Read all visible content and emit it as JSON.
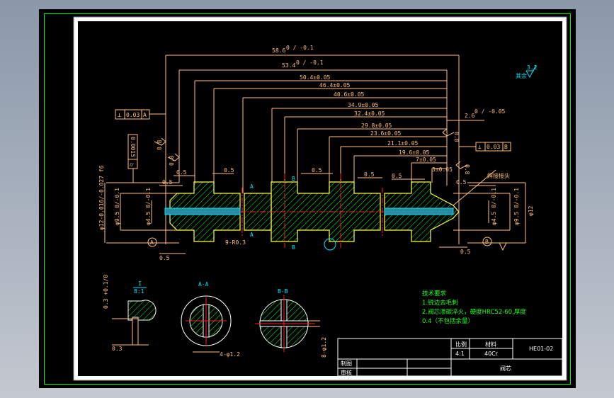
{
  "colors": {
    "background": "#8a98aa",
    "canvas": "#000000",
    "border": "#00ff00",
    "frame": "#ffffff",
    "dimension": "#ffc080",
    "outline": "#ffff40",
    "hatch": "#20ff20",
    "centerline": "#ff2020",
    "annotation": "#00e5ff"
  },
  "dimensions": {
    "d58_6": "58.6",
    "d58_6_tol": "0 / -0.1",
    "d53_4": "53.4",
    "d53_4_tol": "0 / -0.1",
    "d50_4": "50.4±0.05",
    "d46_4": "46.4±0.05",
    "d40_6": "40.6±0.05",
    "d34_9": "34.9±0.05",
    "d32_4": "32.4±0.05",
    "d29_8": "29.8±0.05",
    "d23_6": "23.6±0.05",
    "d21_1": "21.1±0.05",
    "d19_6": "19.6±0.05",
    "d7": "7±0.05",
    "d3": "3±0.05",
    "d2_6": "2.6",
    "d2_6_tol": "0 / -0.05",
    "gap_0_5": "0.5",
    "phi12_left": "φ12-0.016/-0.027 f6",
    "phi9_5_left": "φ9.5 0/-0.1",
    "phi4_5_left": "φ4.5 0/-0.1",
    "phi4_5_right": "φ4.5 0/-0.1",
    "phi9_5_right": "φ9.5 0/-0.1",
    "phi12_right": "φ12",
    "radius_note": "9-R0.3",
    "weld_note": "焊接接头"
  },
  "tolerances": {
    "perp_a": {
      "symbol": "⊥",
      "value": "0.03",
      "datum": "A"
    },
    "perp_b": {
      "symbol": "⊥",
      "value": "0.03",
      "datum": "B"
    },
    "cyl": {
      "symbol": "⌭",
      "value": "0.0015"
    }
  },
  "roughness": {
    "general": "3.2",
    "other_label": "其余",
    "local": "0.8"
  },
  "datums": {
    "a": "A",
    "b": "B"
  },
  "sections": {
    "cut_a": "A",
    "cut_b": "B",
    "detail_label": "I",
    "detail_scale": "8:1",
    "detail_dim_top": "0.3 +0.1/0",
    "detail_dim_bottom": "0.3",
    "aa_label": "A-A",
    "aa_dim": "4-φ1.2",
    "bb_label": "B-B",
    "bb_dim": "8-φ1.2"
  },
  "tech_requirements": {
    "title": "技术要求",
    "items": [
      "1.锐边去毛刺",
      "2.阀芯渗碳淬火，硬度HRC52-60,厚度",
      "0.4（不包括余量）"
    ]
  },
  "title_block": {
    "scale_label": "比例",
    "scale_value": "4:1",
    "material_label": "材料",
    "material_value": "40Cr",
    "drawing_number": "HE01-02",
    "part_name": "阀芯",
    "drawn_label": "制图",
    "checked_label": "审核"
  }
}
